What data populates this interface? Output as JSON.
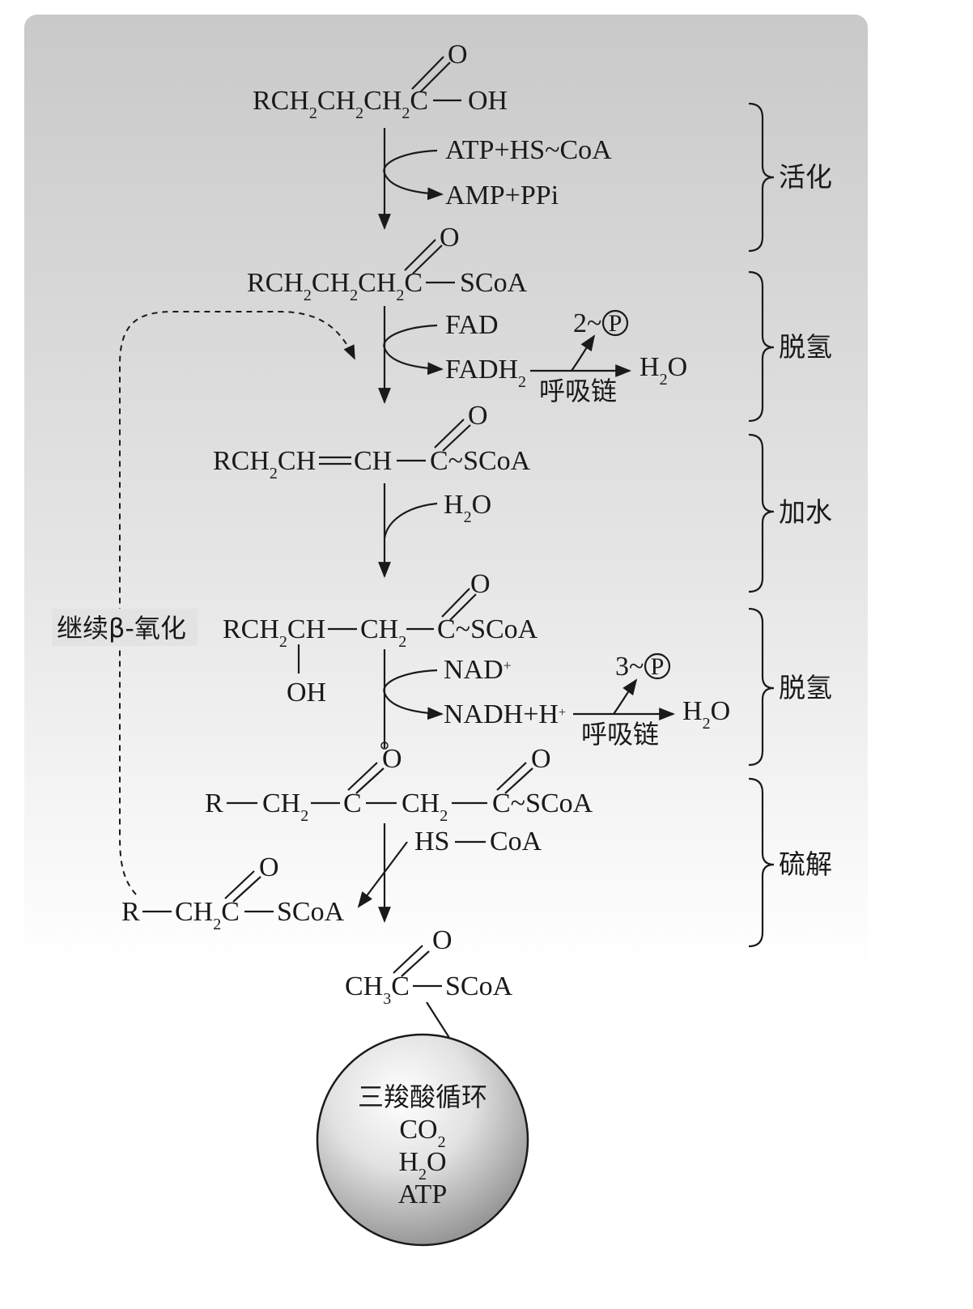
{
  "molecules": {
    "fatty_acid": {
      "main": "RCH",
      "s1": "2",
      "m2": "CH",
      "s2": "2",
      "m3": "CH",
      "s3": "2",
      "m4": "C",
      "tail": "OH",
      "oxygen": "O"
    },
    "acyl_coa": {
      "main": "RCH",
      "s1": "2",
      "m2": "CH",
      "s2": "2",
      "m3": "CH",
      "s3": "2",
      "m4": "C",
      "tail": "SCoA",
      "oxygen": "O"
    },
    "enoyl_coa": {
      "left": "RCH",
      "s1": "2",
      "m2": "CH",
      "mid": "CH",
      "carbon": "C~SCoA",
      "oxygen": "O"
    },
    "hydroxyacyl_coa": {
      "left": "RCH",
      "s1": "2",
      "m2": "CH",
      "mid": "CH",
      "s2": "2",
      "carbon": "C~SCoA",
      "oxygen": "O",
      "oh": "OH"
    },
    "ketoacyl_coa": {
      "r": "R",
      "ch": "CH",
      "s1": "2",
      "c1": "C",
      "ch2": "CH",
      "s2": "2",
      "c2": "C~SCoA",
      "oxygen1": "O",
      "oxygen2": "O"
    },
    "shortened_acyl_coa": {
      "r": "R",
      "ch": "CH",
      "s1": "2",
      "c": "C",
      "tail": "SCoA",
      "oxygen": "O"
    },
    "acetyl_coa": {
      "ch": "CH",
      "s1": "3",
      "c": "C",
      "tail": "SCoA",
      "oxygen": "O"
    }
  },
  "reagents": {
    "activation_in": "ATP+HS~CoA",
    "activation_out": "AMP+PPi",
    "dehydro1_in": "FAD",
    "dehydro1_out": "FADH",
    "dehydro1_out_sub": "2",
    "energy1": "2~",
    "energy_symbol": "P",
    "water_out1": {
      "h": "H",
      "sub": "2",
      "o": "O"
    },
    "chain_label1": "呼吸链",
    "hydration_in": {
      "h": "H",
      "sub": "2",
      "o": "O"
    },
    "dehydro2_in": "NAD",
    "dehydro2_in_sup": "+",
    "dehydro2_out": "NADH+H",
    "dehydro2_out_sup": "+",
    "energy2": "3~",
    "water_out2": {
      "h": "H",
      "sub": "2",
      "o": "O"
    },
    "chain_label2": "呼吸链",
    "thiolysis_hs": "HS",
    "thiolysis_coa": "CoA"
  },
  "stages": [
    "活化",
    "脱氢",
    "加水",
    "脱氢",
    "硫解"
  ],
  "loop_label": "继续β-氧化",
  "tca": {
    "title": "三羧酸循环",
    "co2_main": "CO",
    "co2_sub": "2",
    "h2o": {
      "h": "H",
      "sub": "2",
      "o": "O"
    },
    "atp": "ATP"
  }
}
